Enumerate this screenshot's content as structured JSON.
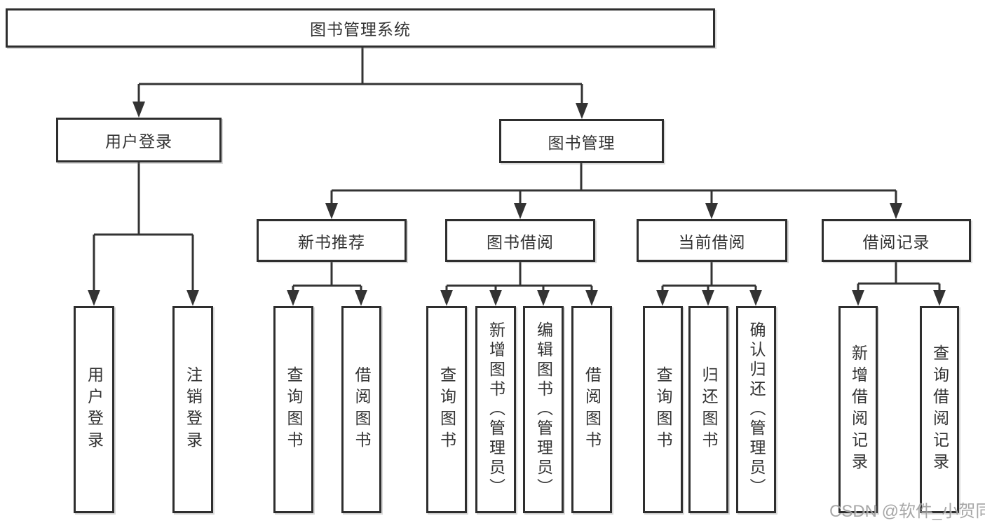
{
  "title": "图书管理系统",
  "watermark": "CSDN @软件_小贺同学",
  "colors": {
    "line": "#333333",
    "border": "#2e2e2e",
    "box_fill": "#ffffff",
    "text": "#333333",
    "watermark": "#919191"
  },
  "nodes": {
    "root": {
      "label": "图书管理系统"
    },
    "user_login": {
      "label": "用户登录"
    },
    "book_management": {
      "label": "图书管理"
    },
    "new_book_recommend": {
      "label": "新书推荐"
    },
    "book_borrow": {
      "label": "图书借阅"
    },
    "current_borrow": {
      "label": "当前借阅"
    },
    "borrow_records": {
      "label": "借阅记录"
    },
    "leaf_user_login": {
      "label": "用户登录"
    },
    "leaf_logout": {
      "label": "注销登录"
    },
    "leaf_query_book_recommend": {
      "label": "查询图书"
    },
    "leaf_borrow_book_recommend": {
      "label": "借阅图书"
    },
    "leaf_query_book_borrow": {
      "label": "查询图书"
    },
    "leaf_add_book_admin": {
      "label": "新增图书（管理员）"
    },
    "leaf_edit_book_admin": {
      "label": "编辑图书（管理员）"
    },
    "leaf_borrow_book_borrow": {
      "label": "借阅图书"
    },
    "leaf_query_book_current": {
      "label": "查询图书"
    },
    "leaf_return_book": {
      "label": "归还图书"
    },
    "leaf_confirm_return_admin": {
      "label": "确认归还（管理员）"
    },
    "leaf_add_borrow_record": {
      "label": "新增借阅记录"
    },
    "leaf_query_borrow_record": {
      "label": "查询借阅记录"
    }
  }
}
